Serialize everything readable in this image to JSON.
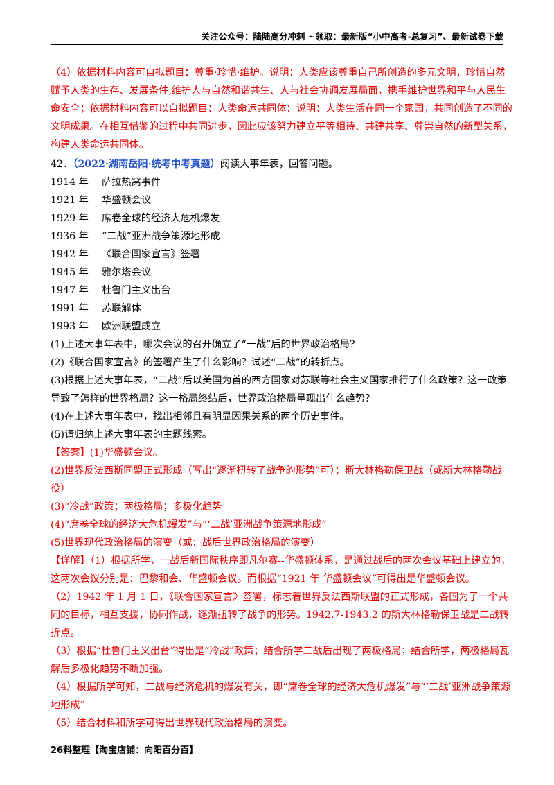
{
  "header": {
    "text": "关注公众号：陆陆高分冲刺 ~领取：最新版“小中高考-总复习”、最新试卷下载"
  },
  "prev_answer": {
    "text": "（4）依据材料内容可自拟题目：尊重·珍惜·维护。说明：人类应该尊重自己所创造的多元文明，珍惜自然赋予人类的生存、发展条件,维护人与自然和谐共生、人与社会协调发展局面，携手维护世界和平与人民生命安全；依据材料内容可以自拟题目：人类命运共同体：说明：人类生活在同一个家园，共同创造了不同的文明成果。在相互借鉴的过程中共同进步，因此应该努力建立平等相待、共建共享、尊崇自然的新型关系，构建人类命运共同体。"
  },
  "question": {
    "number": "42．",
    "source": "（2022·湖南岳阳·统考中考真题）",
    "prompt": "阅读大事年表，回答问题。",
    "timeline": [
      {
        "year": "1914 年",
        "event": "萨拉热窝事件"
      },
      {
        "year": "1921 年",
        "event": "华盛顿会议"
      },
      {
        "year": "1929 年",
        "event": "席卷全球的经济大危机爆发"
      },
      {
        "year": "1936 年",
        "event": "“二战”亚洲战争策源地形成"
      },
      {
        "year": "1942 年",
        "event": "《联合国家宣言》签署"
      },
      {
        "year": "1945 年",
        "event": "雅尔塔会议"
      },
      {
        "year": "1947 年",
        "event": "杜鲁门主义出台"
      },
      {
        "year": "1991 年",
        "event": "苏联解体"
      },
      {
        "year": "1993 年",
        "event": "欧洲联盟成立"
      }
    ],
    "sub_questions": [
      "(1)上述大事年表中，哪次会议的召开确立了“一战”后的世界政治格局?",
      "(2)《联合国家宣言》的签署产生了什么影响？试述“二战”的转折点。",
      "(3)根据上述大事年表，“二战”后以美国为首的西方国家对苏联等社会主义国家推行了什么政策？这一政策导致了怎样的世界格局？这一格局终结后，世界政治格局呈现出什么趋势？",
      "(4)在上述大事年表中，找出相邻且有明显因果关系的两个历史事件。",
      "(5)请归纳上述大事年表的主题线索。"
    ]
  },
  "answer": {
    "label": "【答案】",
    "items": [
      "(1)华盛顿会议。",
      "(2)世界反法西斯同盟正式形成（写出“逐渐扭转了战争的形势”可）；斯大林格勒保卫战（或斯大林格勒战役）",
      "(3)“冷战”政策；两极格局；多极化趋势",
      "(4)“席卷全球的经济大危机爆发”与“‘二战’亚洲战争策源地形成”",
      "(5)世界现代政治格局的演变（或：战后世界政治格局的演变）"
    ]
  },
  "analysis": {
    "label": "【详解】",
    "items": [
      "（1）根据所学，一战后新国际秩序即凡尔赛--华盛顿体系，是通过战后的两次会议基础上建立的，这两次会议分别是：巴黎和会、华盛顿会议。而根据“1921 年 华盛顿会议”可得出是华盛顿会议。",
      "（2）1942 年 1 月 1 日，《联合国家宣言》签署，标志着世界反法西斯联盟的正式形成，各国为了一个共同的目标，相互支援，协同作战，逐渐扭转了战争的形势。1942.7-1943.2 的斯大林格勒保卫战是二战转折点。",
      "（3）根据“杜鲁门主义出台”得出是“冷战”政策；结合所学二战后出现了两极格局；结合所学，两极格局瓦解后多极化趋势不断加强。",
      "（4）根据所学可知，二战与经济危机的爆发有关，即“席卷全球的经济大危机爆发”与“‘二战’亚洲战争策源地形成”",
      "（5）结合材料和所学可得出世界现代政治格局的演变。"
    ]
  },
  "footer": {
    "text": "26料整理【淘宝店铺：向阳百分百】"
  }
}
